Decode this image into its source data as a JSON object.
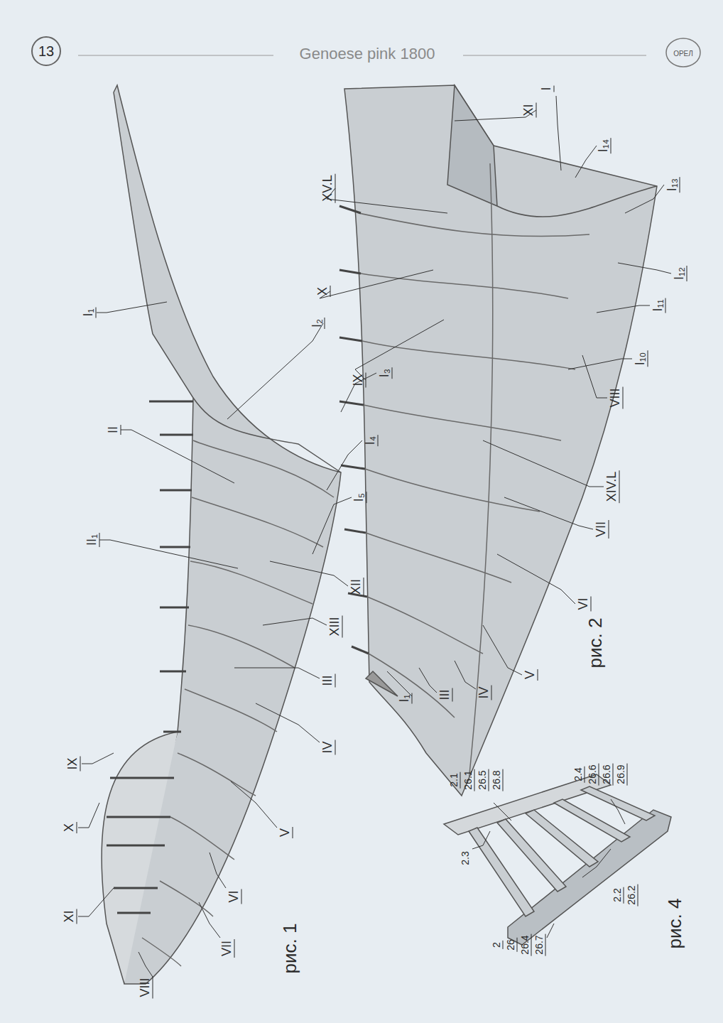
{
  "diagram": {
    "title": "Genoese pink 1800",
    "labels": [
      "13",
      "ОРЕЛ",
      "I₁",
      "II",
      "II₁",
      "IX",
      "X",
      "XI",
      "VIII",
      "VII",
      "VI",
      "V",
      "IV",
      "III",
      "XIII",
      "XII",
      "I₅",
      "I₄",
      "I₃",
      "I₂",
      "рис. 1",
      "XV.L",
      "X",
      "IX",
      "XI",
      "I",
      "I₁₄",
      "I₁₃",
      "I₁₂",
      "I₁₁",
      "I₁₀",
      "VIII",
      "XIV.L",
      "VII",
      "VI",
      "V",
      "IV",
      "III",
      "I₁",
      "рис. 2",
      "2.1",
      "26.1",
      "26.5",
      "26.8",
      "2.4",
      "26.6",
      "26.6",
      "26.9",
      "2.3",
      "2",
      "26",
      "26.4",
      "26.7",
      "2.2",
      "26.2",
      "рис. 4"
    ]
  }
}
